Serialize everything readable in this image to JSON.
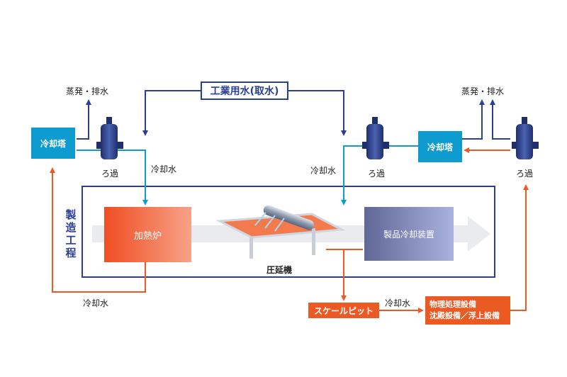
{
  "title": "工業用水(取水)",
  "evap_left": "蒸発・排水",
  "evap_right": "蒸発・排水",
  "tower_left": "冷却塔",
  "tower_right": "冷却塔",
  "filter_left": "ろ過",
  "filter_mid": "ろ過",
  "filter_right": "ろ過",
  "coolwater_left_top": "冷却水",
  "coolwater_mid": "冷却水",
  "coolwater_bottom_left": "冷却水",
  "coolwater_bottom_right": "冷却水",
  "process_label": "製造工程",
  "furnace": "加熱炉",
  "rolling_mill": "圧延機",
  "product_cooler": "製品冷却装置",
  "scale_pit": "スケールピット",
  "treatment_line1": "物理処理設備",
  "treatment_line2": "沈殿設備／浮上設備",
  "colors": {
    "intake_blue": "#2a3f94",
    "cooling_cyan": "#0e9bd0",
    "return_orange": "#ec5a24"
  }
}
